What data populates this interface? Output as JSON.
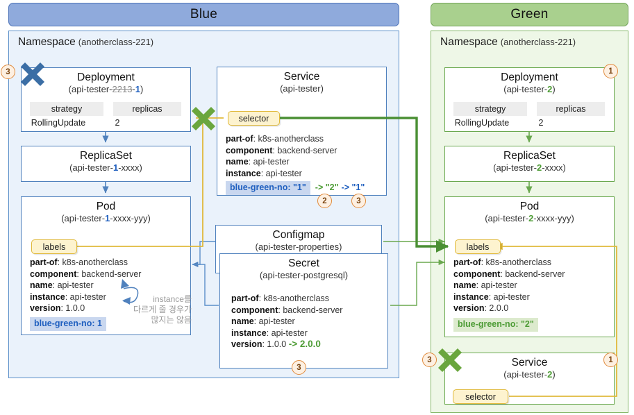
{
  "sections": {
    "blue": {
      "header": "Blue",
      "namespace_label": "Namespace",
      "namespace_value": "(anotherclass-221)",
      "deployment": {
        "title": "Deployment",
        "name_prefix": "(api-tester-",
        "name_struck": "2213",
        "name_dash": "-",
        "name_num": "1",
        "name_suffix": ")",
        "chip_strategy": "strategy",
        "chip_replicas": "replicas",
        "val_strategy": "RollingUpdate",
        "val_replicas": "2"
      },
      "replicaset": {
        "title": "ReplicaSet",
        "name_prefix": "(api-tester-",
        "name_num": "1",
        "name_suffix": "-xxxx)"
      },
      "pod": {
        "title": "Pod",
        "name_prefix": "(api-tester-",
        "name_num": "1",
        "name_suffix": "-xxxx-yyy)",
        "tab": "labels",
        "labels": [
          {
            "k": "part-of",
            "v": "k8s-anotherclass"
          },
          {
            "k": "component",
            "v": "backend-server"
          },
          {
            "k": "name",
            "v": "api-tester"
          },
          {
            "k": "instance",
            "v": "api-tester"
          },
          {
            "k": "version",
            "v": "1.0.0"
          }
        ],
        "highlight": "blue-green-no:  1"
      },
      "service": {
        "title": "Service",
        "name": "(api-tester)",
        "tab": "selector",
        "labels": [
          {
            "k": "part-of",
            "v": "k8s-anotherclass"
          },
          {
            "k": "component",
            "v": "backend-server"
          },
          {
            "k": "name",
            "v": "api-tester"
          },
          {
            "k": "instance",
            "v": "api-tester"
          }
        ],
        "highlight": "blue-green-no: \"1\"",
        "change_green": "-> \"2\"",
        "change_blue": "-> \"1\""
      },
      "configmap": {
        "title": "Configmap",
        "name": "(api-tester-properties)"
      },
      "secret": {
        "title": "Secret",
        "name": "(api-tester-postgresql)",
        "labels": [
          {
            "k": "part-of",
            "v": "k8s-anotherclass"
          },
          {
            "k": "component",
            "v": "backend-server"
          },
          {
            "k": "name",
            "v": "api-tester"
          },
          {
            "k": "instance",
            "v": "api-tester"
          }
        ],
        "version_key": "version",
        "version_old": "1.0.0",
        "version_new": "-> 2.0.0"
      },
      "annotation": "instance를\n다르게 줄 경우가\n많지는 않음"
    },
    "green": {
      "header": "Green",
      "namespace_label": "Namespace",
      "namespace_value": "(anotherclass-221)",
      "deployment": {
        "title": "Deployment",
        "name_prefix": "(api-tester-",
        "name_num": "2",
        "name_suffix": ")",
        "chip_strategy": "strategy",
        "chip_replicas": "replicas",
        "val_strategy": "RollingUpdate",
        "val_replicas": "2"
      },
      "replicaset": {
        "title": "ReplicaSet",
        "name_prefix": "(api-tester-",
        "name_num": "2",
        "name_suffix": "-xxxx)"
      },
      "pod": {
        "title": "Pod",
        "name_prefix": "(api-tester-",
        "name_num": "2",
        "name_suffix": "-xxxx-yyy)",
        "tab": "labels",
        "labels": [
          {
            "k": "part-of",
            "v": "k8s-anotherclass"
          },
          {
            "k": "component",
            "v": "backend-server"
          },
          {
            "k": "name",
            "v": "api-tester"
          },
          {
            "k": "instance",
            "v": "api-tester"
          },
          {
            "k": "version",
            "v": "2.0.0"
          }
        ],
        "highlight": "blue-green-no:  \"2\""
      },
      "service": {
        "title": "Service",
        "name_prefix": "(api-tester-",
        "name_num": "2",
        "name_suffix": ")",
        "tab": "selector"
      }
    }
  },
  "callouts": {
    "blue_deployment_x": "3",
    "service_change_green": "2",
    "service_change_blue": "3",
    "secret_version": "3",
    "green_deployment": "1",
    "green_service_x": "3",
    "green_service_right": "1"
  },
  "colors": {
    "blue_header": "#8faadc",
    "green_header": "#a9d08e",
    "blue_ns_bg": "#eaf2fb",
    "green_ns_bg": "#eef7e7",
    "accent_blue": "#1f5fbf",
    "accent_green": "#4e9c36",
    "tab_yellow": "#fdf3cf",
    "callout_orange": "#e08a3c"
  }
}
